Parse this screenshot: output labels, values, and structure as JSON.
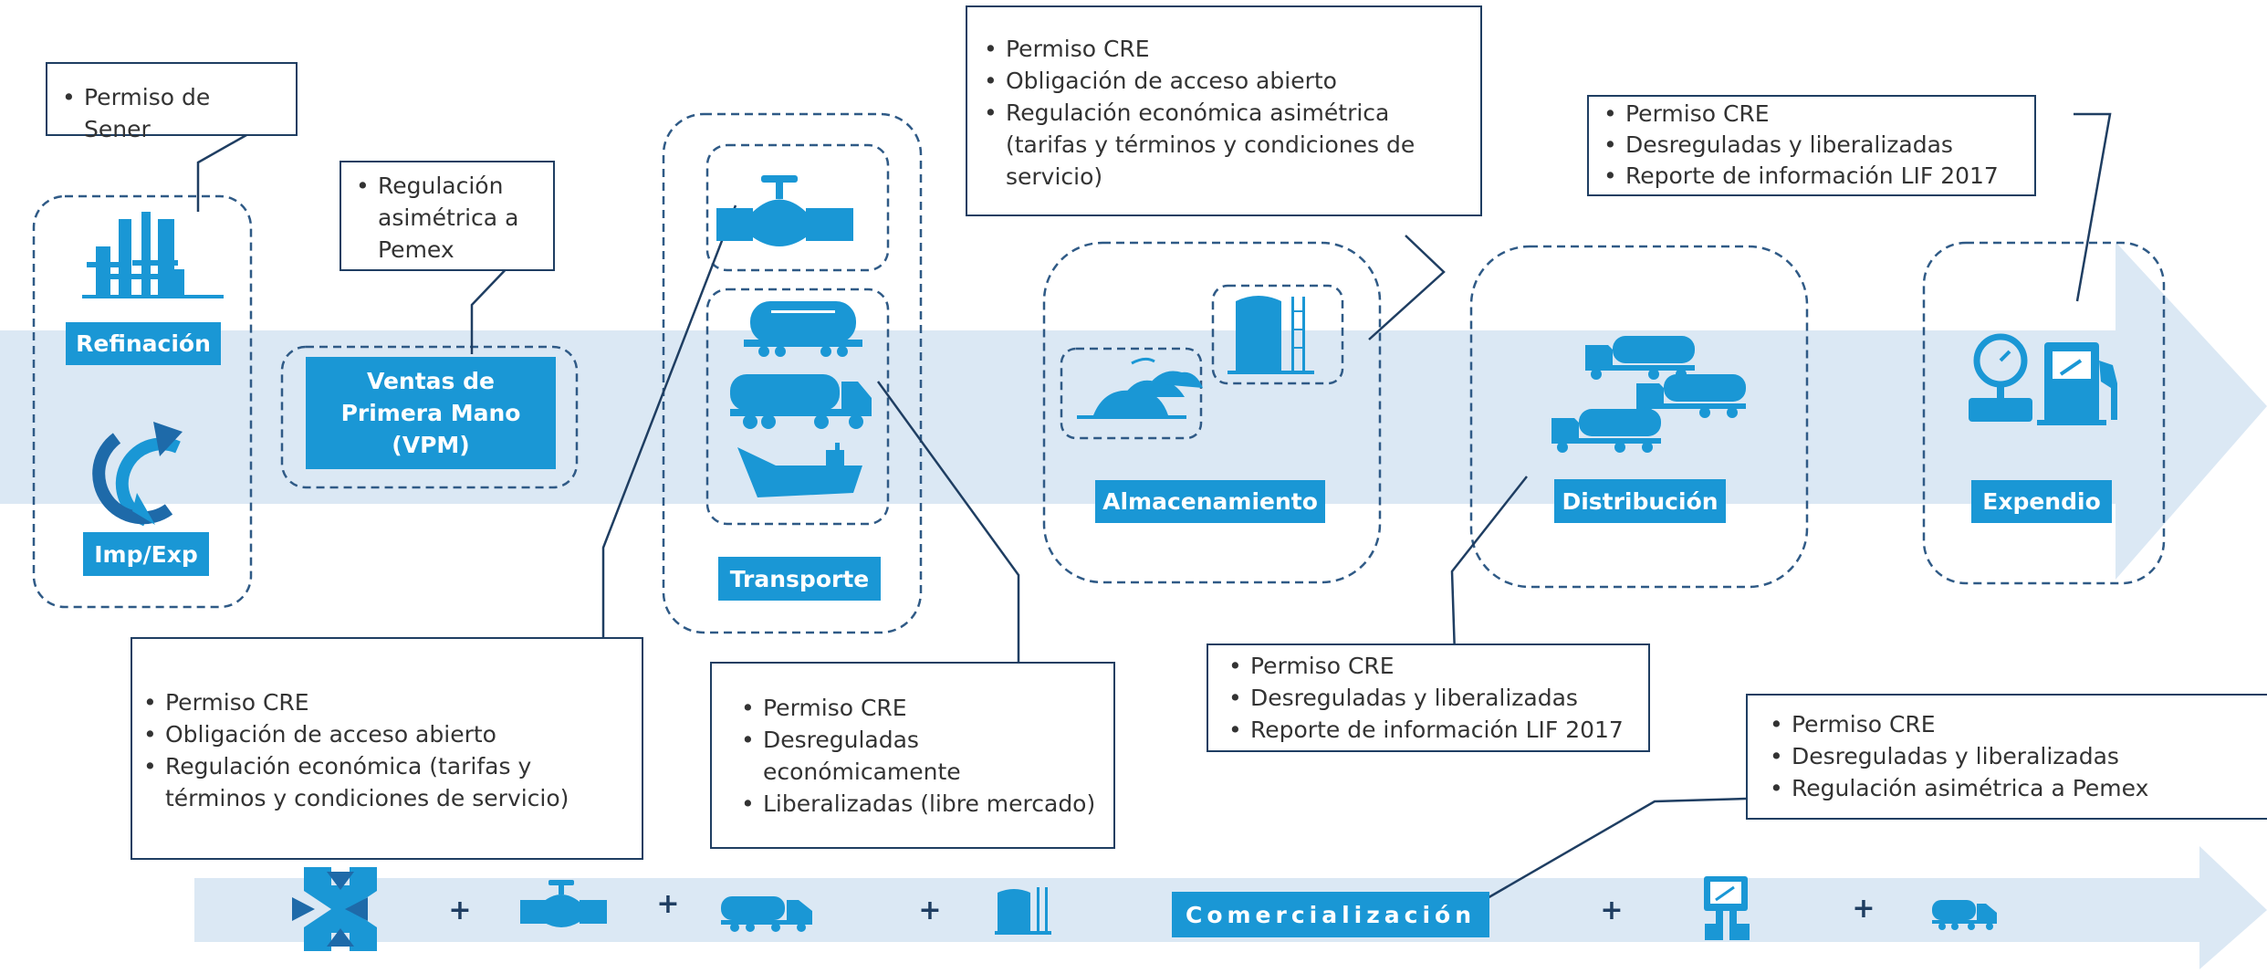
{
  "stages": {
    "refinacion": "Refinación",
    "impexp": "Imp/Exp",
    "vpm": "Ventas de Primera Mano (VPM)",
    "transporte": "Transporte",
    "almacenamiento": "Almacenamiento",
    "distribucion": "Distribución",
    "expendio": "Expendio",
    "comercializacion": "Comercialización"
  },
  "callouts": {
    "sener": [
      "Permiso de Sener"
    ],
    "vpm": [
      "Regulación asimétrica a Pemex"
    ],
    "storage": [
      "Permiso CRE",
      "Obligación de acceso abierto",
      "Regulación económica asimétrica (tarifas y términos y condiciones de servicio)"
    ],
    "expendio": [
      "Permiso CRE",
      "Desreguladas y liberalizadas",
      "Reporte de información LIF 2017"
    ],
    "pipeline": [
      "Permiso CRE",
      "Obligación de acceso abierto",
      "Regulación económica (tarifas y términos y condiciones de servicio)"
    ],
    "transport_other": [
      "Permiso CRE",
      "Desreguladas económicamente",
      "Liberalizadas (libre mercado)"
    ],
    "distribucion": [
      "Permiso CRE",
      "Desreguladas y liberalizadas",
      "Reporte de información LIF 2017"
    ],
    "comercializacion": [
      "Permiso CRE",
      "Desreguladas y liberalizadas",
      "Regulación asimétrica a Pemex"
    ]
  },
  "plus_sign": "+",
  "icons": [
    "refinery-icon",
    "recycle-arrows-icon",
    "valve-icon",
    "rail-tank-car-icon",
    "tanker-truck-icon",
    "ship-icon",
    "storage-tanks-icon",
    "storage-tank-icon",
    "truck-fleet-icon",
    "gauge-icon",
    "fuel-pump-icon",
    "cross-arrows-icon",
    "dispenser-icon"
  ],
  "colors": {
    "accent": "#1a97d5",
    "band": "#dbe8f4",
    "dark": "#1f3e62"
  }
}
